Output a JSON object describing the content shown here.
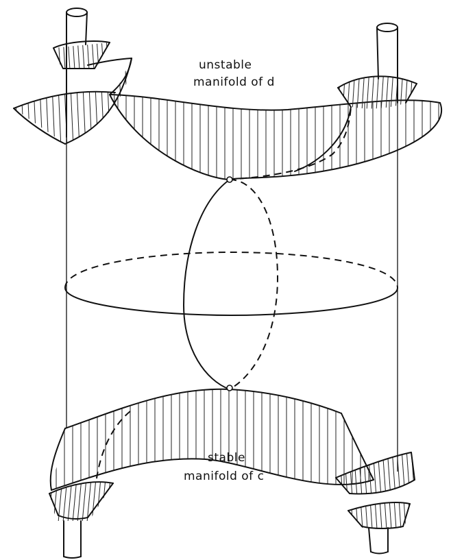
{
  "labels": {
    "unstable_line1": "unstable",
    "unstable_line2": "manifold of d",
    "stable_line1": "stable",
    "stable_line2": "manifold of c"
  },
  "colors": {
    "ink": "#111111",
    "background": "#ffffff"
  }
}
